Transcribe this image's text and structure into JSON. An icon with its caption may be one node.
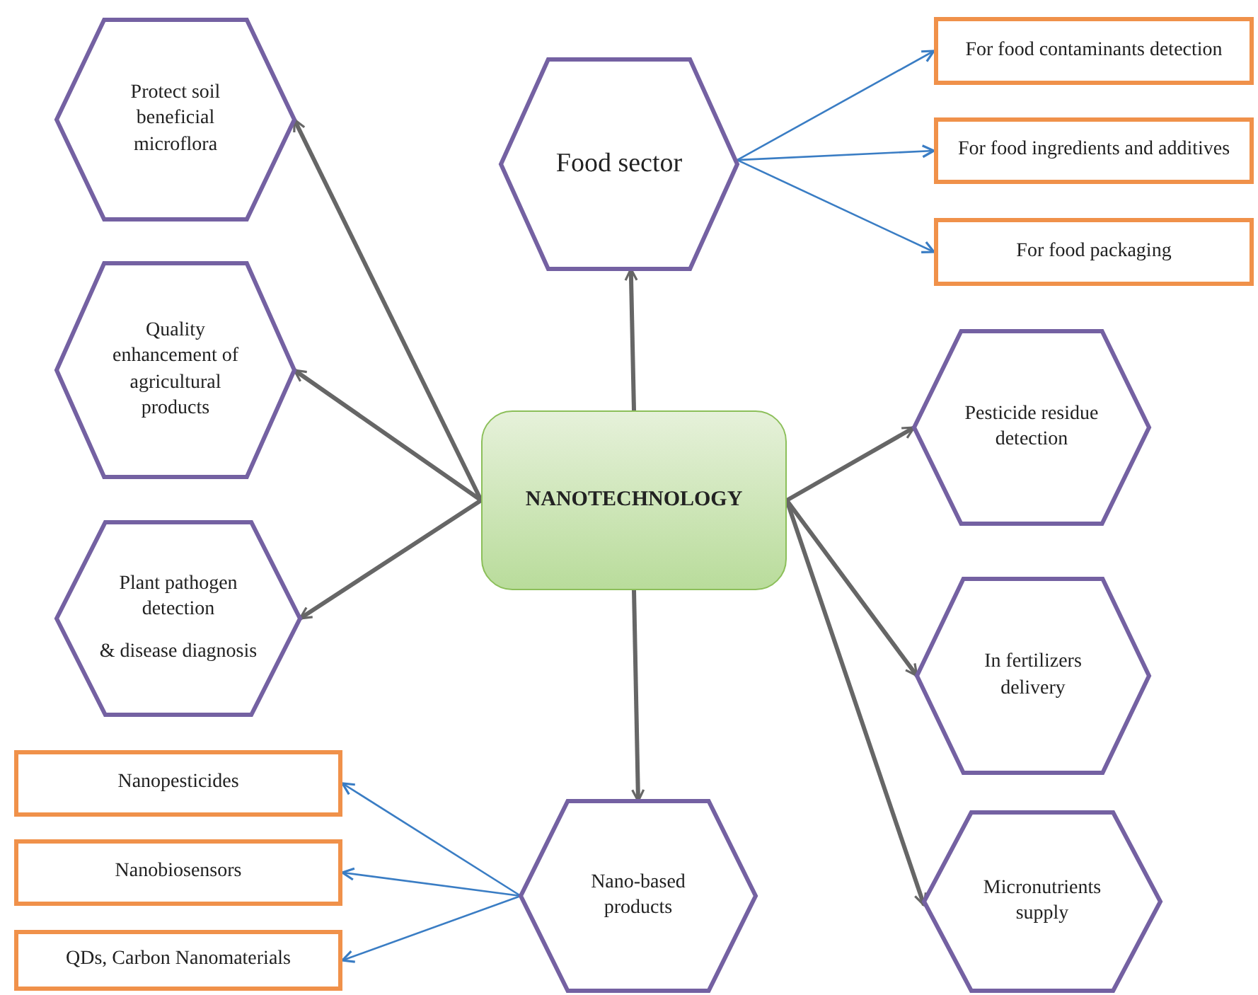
{
  "diagram": {
    "nodes": [
      {
        "text": [
          "NANOTECHNOLOGY"
        ]
      },
      {
        "text": [
          "Protect soil beneficial microflora"
        ]
      },
      {
        "text": [
          "Quality enhancement of agricultural products"
        ]
      },
      {
        "text": [
          "Plant pathogen detection",
          "& disease diagnosis"
        ]
      },
      {
        "text": [
          "Food sector"
        ]
      },
      {
        "text": [
          "For food contaminants detection"
        ]
      },
      {
        "text": [
          "For food ingredients and additives"
        ]
      },
      {
        "text": [
          "For food packaging"
        ]
      },
      {
        "text": [
          "Pesticide residue detection"
        ]
      },
      {
        "text": [
          "In fertilizers delivery"
        ]
      },
      {
        "text": [
          "Micronutrients supply"
        ]
      },
      {
        "text": [
          "Nano-based products"
        ]
      },
      {
        "text": [
          "Nanopesticides"
        ]
      },
      {
        "text": [
          "Nanobiosensors"
        ]
      },
      {
        "text": [
          "QDs, Carbon Nanomaterials"
        ]
      }
    ],
    "edges": [
      {
        "from": 0,
        "to": 1,
        "arrow": "to"
      },
      {
        "from": 0,
        "to": 2,
        "arrow": "to"
      },
      {
        "from": 0,
        "to": 3,
        "arrow": "to"
      },
      {
        "from": 0,
        "to": 4,
        "arrow": "to"
      },
      {
        "from": 4,
        "to": 5,
        "arrow": "to",
        "color": "#3a7dc4"
      },
      {
        "from": 4,
        "to": 6,
        "arrow": "to",
        "color": "#3a7dc4"
      },
      {
        "from": 4,
        "to": 7,
        "arrow": "to",
        "color": "#3a7dc4"
      },
      {
        "from": 0,
        "to": 8,
        "arrow": "to"
      },
      {
        "from": 0,
        "to": 9,
        "arrow": "to"
      },
      {
        "from": 0,
        "to": 10,
        "arrow": "to"
      },
      {
        "from": 0,
        "to": 11,
        "arrow": "to"
      },
      {
        "from": 11,
        "to": 12,
        "arrow": "to",
        "color": "#3a7dc4"
      },
      {
        "from": 11,
        "to": 13,
        "arrow": "to",
        "color": "#3a7dc4"
      },
      {
        "from": 11,
        "to": 14,
        "arrow": "to",
        "color": "#3a7dc4"
      }
    ]
  }
}
